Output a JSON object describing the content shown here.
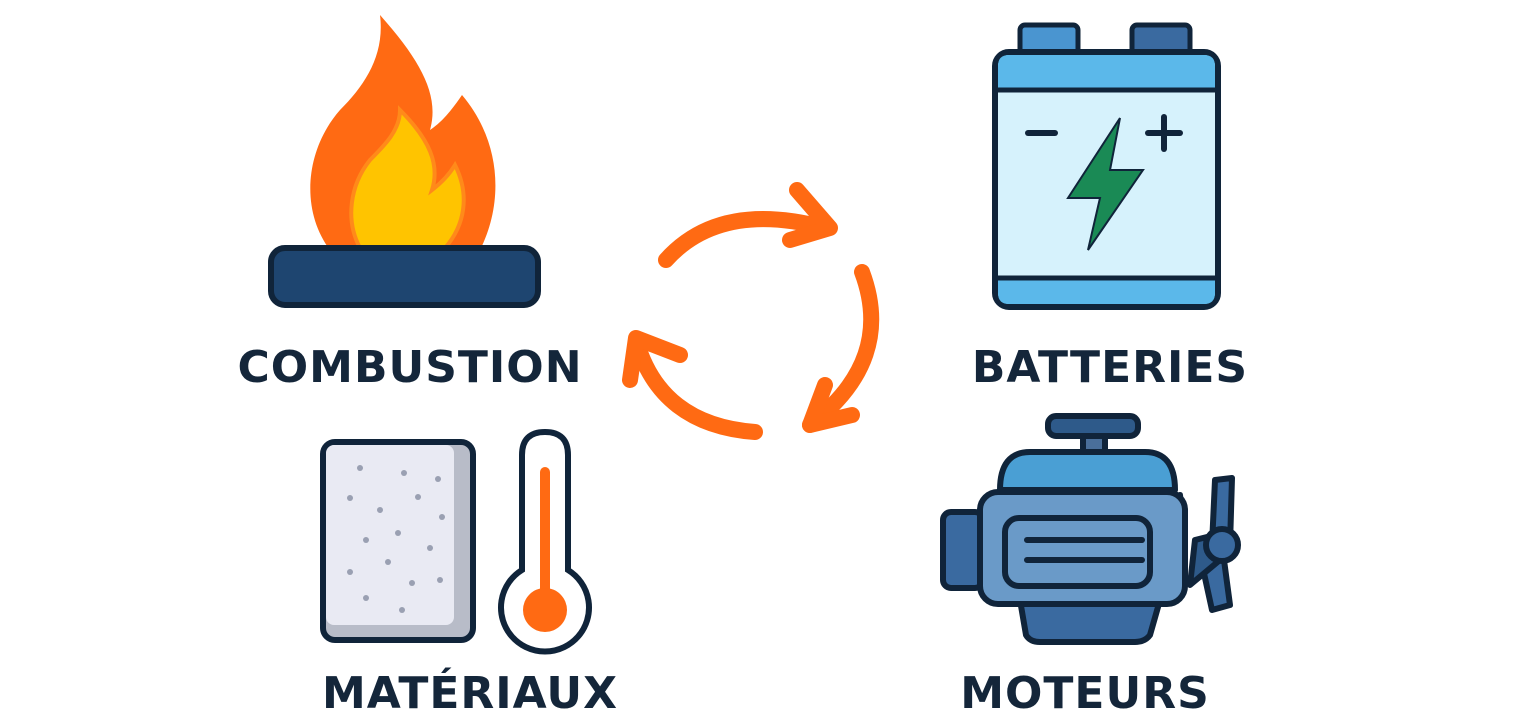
{
  "labels": {
    "combustion": "COMBUSTION",
    "batteries": "BATTERIES",
    "materiaux": "MATÉRIAUX",
    "moteurs": "MOTEURS"
  },
  "colors": {
    "accent_orange": "#ff6a13",
    "flame_yellow": "#ffc400",
    "navy": "#1e4570",
    "outline": "#10243a",
    "battery_blue": "#5bb8ea",
    "battery_inner": "#d6f2fc",
    "bolt_green": "#1a8a55",
    "engine_blue": "#4a8fc4"
  },
  "icons": [
    "flame-icon",
    "battery-icon",
    "cycle-arrows-icon",
    "material-panel-icon",
    "thermometer-icon",
    "engine-icon"
  ]
}
